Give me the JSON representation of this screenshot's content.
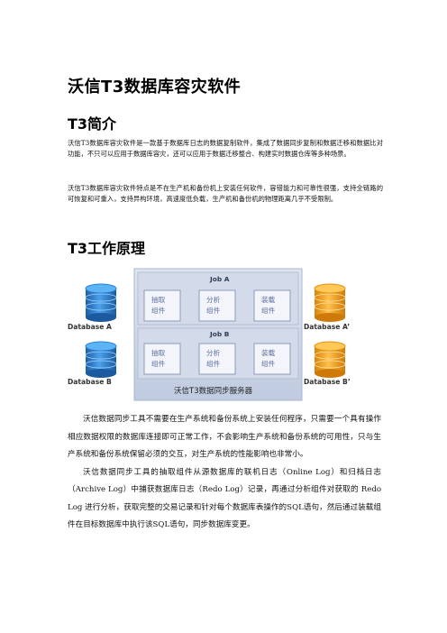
{
  "doc": {
    "title": "沃信T3数据库容灾软件",
    "section1": {
      "heading": "T3简介",
      "para1": "沃信T3数据库容灾软件是一款基于数据库日志的数据复制软件，集成了数据同步复制和数据迁移和数据比对功能，不只可以应用于数据库容灾，还可以应用于数据迁移整合、构建实时数据仓库等多种场景。",
      "para2": "沃信T3数据库容灾软件特点是不在生产机和备份机上安装任何软件，容错能力和可靠性很强，支持全链路的可恢复和可重入，支持异构环境，高速度低负载，生产机和备份机的物理距离几乎不受限制。"
    },
    "section2": {
      "heading": "T3工作原理",
      "diagram": {
        "job_a": "Job A",
        "job_b": "Job B",
        "box1_line1": "抽取",
        "box1_line2": "组件",
        "box2_line1": "分析",
        "box2_line2": "组件",
        "box3_line1": "装载",
        "box3_line2": "组件",
        "db_a": "Database A",
        "db_b": "Database B",
        "db_a2": "Database A’",
        "db_b2": "Database B’",
        "service": "沃信T3数据同步服务器",
        "colors": {
          "cyl_left": "#2a7fd4",
          "cyl_right": "#f2a21a",
          "panel": "#c9d3e6",
          "box": "#f3f5fb"
        }
      },
      "para1": "沃信数据同步工具不需要在生产系统和备份系统上安装任何程序，只需要一个具有操作相应数据权限的数据库连接即可正常工作，不会影响生产系统和备份系统的可用性，只与生产系统和备份系统保留必须的交互，对生产系统的性能影响也非常小。",
      "para2": "沃信数据同步工具的抽取组件从源数据库的联机日志（Online Log）和归档日志（Archive Log）中捕获数据库日志（Redo Log）记录，再通过分析组件对获取的 Redo Log 进行分析，获取完整的交易记录和针对每个数据库表操作的SQL语句，然后通过装载组件在目标数据库中执行该SQL语句，同步数据库变更。"
    }
  }
}
